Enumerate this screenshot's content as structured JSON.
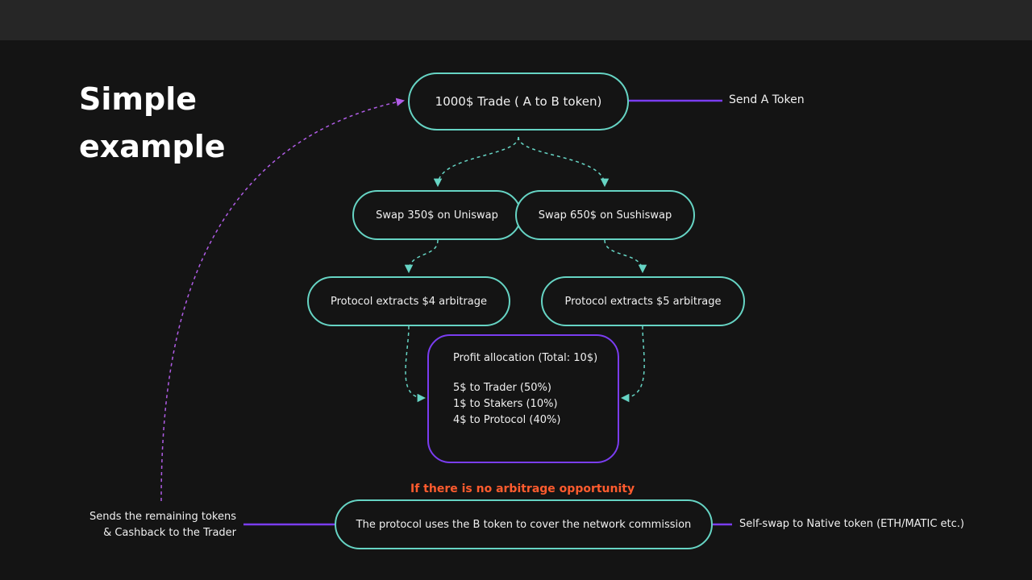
{
  "title": {
    "line1": "Simple",
    "line2": "example"
  },
  "trade": {
    "label": "1000$ Trade ( A to B token)",
    "side_label": "Send A Token"
  },
  "swaps": [
    {
      "label": "Swap 350$ on Uniswap"
    },
    {
      "label": "Swap 650$ on Sushiswap"
    }
  ],
  "extracts": [
    {
      "label": "Protocol extracts $4 arbitrage"
    },
    {
      "label": "Protocol extracts $5 arbitrage"
    }
  ],
  "allocation": {
    "heading": "Profit allocation (Total: 10$)",
    "lines": [
      "5$ to Trader (50%)",
      "1$ to Stakers (10%)",
      "4$ to Protocol (40%)"
    ]
  },
  "fallback": {
    "warning": "If there is no arbitrage opportunity",
    "label": "The protocol uses the B token to cover the network commission",
    "left_note": [
      "Sends the remaining tokens",
      "& Cashback to the Trader"
    ],
    "right_note": "Self-swap to Native token (ETH/MATIC etc.)"
  },
  "colors": {
    "teal": "#66d4c4",
    "purple": "#7a3df0",
    "magenta": "#b05ce6",
    "warning": "#ff5b2e",
    "background": "#141414"
  }
}
